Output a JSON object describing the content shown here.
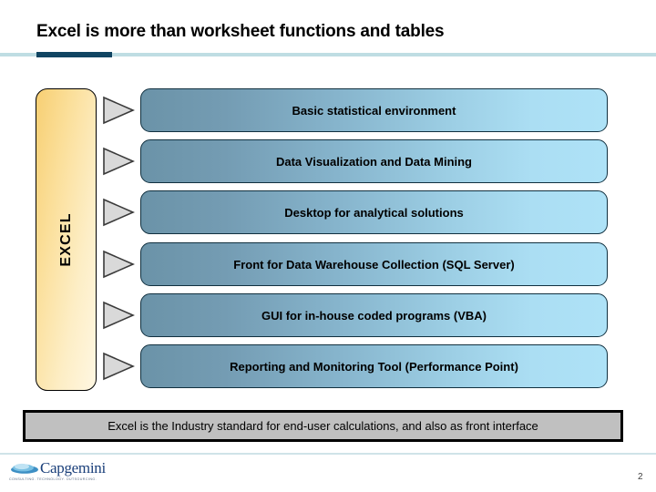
{
  "slide": {
    "title": "Excel is more than worksheet functions and tables",
    "page_number": "2",
    "accent_color": "#114562",
    "rule_color": "#bfdde3"
  },
  "diagram": {
    "hub": {
      "label": "EXCEL",
      "fill_start": "#f7cf73",
      "fill_end": "#fff7e2",
      "border_color": "#000000"
    },
    "arrow_icon": "triangle-right-icon",
    "arrow_fill": "#d9d9d9",
    "arrow_border": "#3a3a3a",
    "bar_gradient_start": "#6b93a8",
    "bar_gradient_end": "#aee2f7",
    "bar_border": "#11303f",
    "items": [
      {
        "label": "Basic statistical environment"
      },
      {
        "label": "Data Visualization and Data Mining"
      },
      {
        "label": "Desktop for analytical solutions"
      },
      {
        "label": "Front for Data Warehouse Collection (SQL Server)"
      },
      {
        "label": "GUI for in-house coded programs (VBA)"
      },
      {
        "label": "Reporting and Monitoring Tool (Performance Point)"
      }
    ]
  },
  "callout": {
    "text": "Excel is the Industry standard for end-user calculations, and also as front interface",
    "fill": "#c0c0c0",
    "border_color": "#000000"
  },
  "footer": {
    "logo_wordmark": "Capgemini",
    "logo_tagline": "CONSULTING. TECHNOLOGY. OUTSOURCING.",
    "logo_color": "#1a3f7a"
  }
}
